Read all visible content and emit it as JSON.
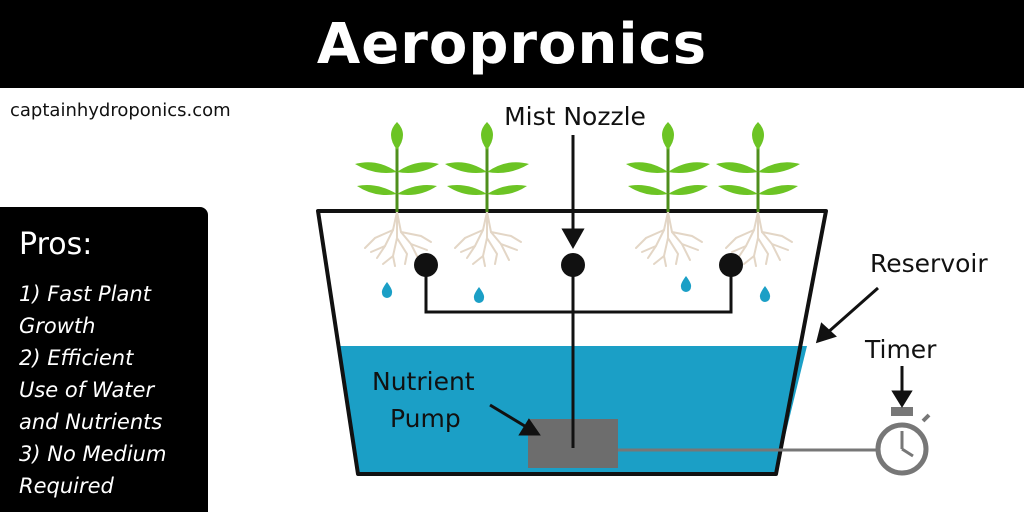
{
  "title": "Aeropronics",
  "site": "captainhydroponics.com",
  "pros": {
    "heading": "Pros:",
    "items": [
      [
        "1) Fast Plant",
        "Growth"
      ],
      [
        "2) Efficient",
        "Use of Water",
        "and Nutrients"
      ],
      [
        "3) No Medium",
        "Required"
      ]
    ]
  },
  "labels": {
    "mist_nozzle": "Mist Nozzle",
    "reservoir": "Reservoir",
    "timer": "Timer",
    "pump_line1": "Nutrient",
    "pump_line2": "Pump"
  },
  "colors": {
    "water": "#1b9fc6",
    "leaf": "#6cc424",
    "stem": "#4f8f1c",
    "roots": "#e3d6c6",
    "pump": "#6d6d6d",
    "timer": "#777777"
  }
}
